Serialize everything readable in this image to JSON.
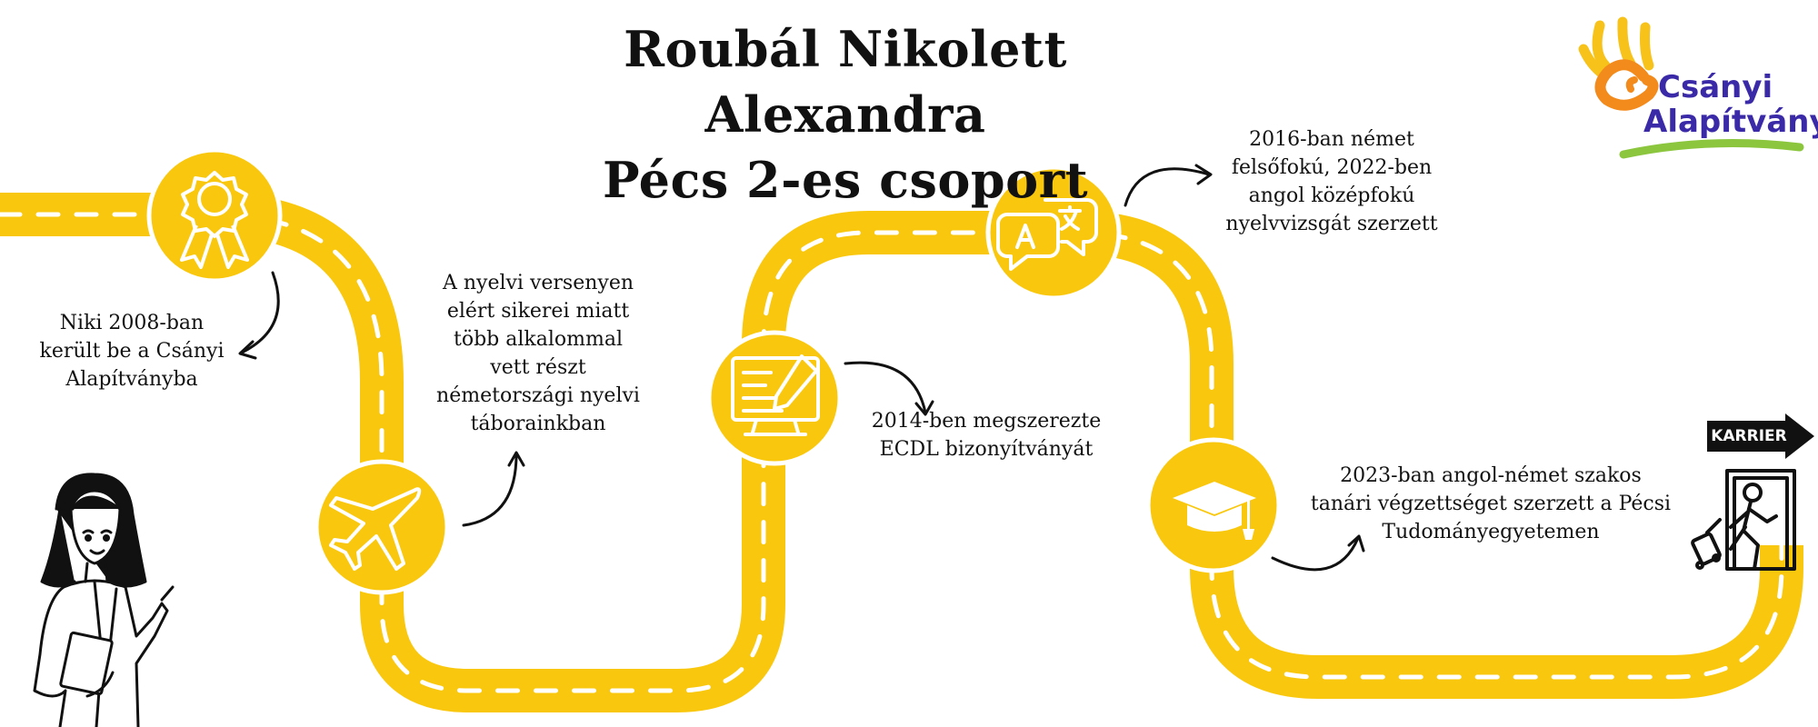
{
  "title": {
    "line1": "Roubál Nikolett Alexandra",
    "line2": "Pécs 2-es csoport"
  },
  "logo": {
    "line1": "Csányi",
    "line2": "Alapítvány",
    "colors": {
      "sun_yellow": "#f7c21a",
      "sun_orange": "#f28a1c",
      "text": "#3b2aa8",
      "swoosh": "#8cc63f"
    }
  },
  "colors": {
    "road": "#f9c80e",
    "dash": "#ffffff",
    "icon_circle": "#f9c80e",
    "text": "#111111"
  },
  "milestones": [
    {
      "icon": "award-ribbon-icon",
      "lines": [
        "Niki 2008-ban",
        "került be a Csányi",
        "Alapítványba"
      ]
    },
    {
      "icon": "airplane-icon",
      "lines": [
        "A nyelvi versenyen",
        "elért sikerei miatt",
        "több alkalommal",
        "vett részt",
        "németországi nyelvi",
        "táborainkban"
      ]
    },
    {
      "icon": "computer-certificate-icon",
      "lines": [
        "2014-ben megszerezte",
        "ECDL bizonyítványát"
      ]
    },
    {
      "icon": "translate-chat-icon",
      "lines": [
        "2016-ban német",
        "felsőfokú, 2022-ben",
        "angol középfokú",
        "nyelvvizsgát szerzett"
      ]
    },
    {
      "icon": "graduation-cap-icon",
      "lines": [
        "2023-ban angol-német szakos",
        "tanári végzettséget szerzett a Pécsi",
        "Tudományegyetemen"
      ]
    }
  ],
  "career": {
    "label": "KARRIER",
    "icon": "exit-door-traveler-icon"
  },
  "character": {
    "icon": "woman-with-book-illustration"
  }
}
